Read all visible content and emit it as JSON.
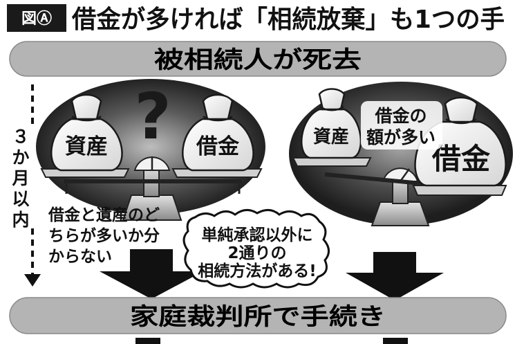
{
  "header": {
    "figure_tag": "図Ⓐ",
    "title": "借金が多ければ「相続放棄」も1つの手"
  },
  "top_bar": {
    "label": "被相続人が死去"
  },
  "timeline": {
    "label_lines": [
      "３",
      "か",
      "月",
      "以",
      "内"
    ]
  },
  "left_scene": {
    "bag_left": "資産",
    "bag_right": "借金",
    "question_mark": "?",
    "note_lines": [
      "借金と遺産のど",
      "ちらが多いか分",
      "からない"
    ]
  },
  "right_scene": {
    "bag_small": "資産",
    "bag_big": "借金",
    "label_lines": [
      "借金の",
      "額が多い"
    ]
  },
  "center_callout": {
    "lines": [
      "単純承認以外に",
      "2通りの",
      "相続方法がある!"
    ]
  },
  "bottom_bar": {
    "label": "家庭裁判所で手続き"
  },
  "colors": {
    "bar_fill": "#b4b4b4",
    "bag_fill": "#f4f4f4",
    "spotlight": "#2a2a2a",
    "tag_bg": "#1a1a1a"
  }
}
